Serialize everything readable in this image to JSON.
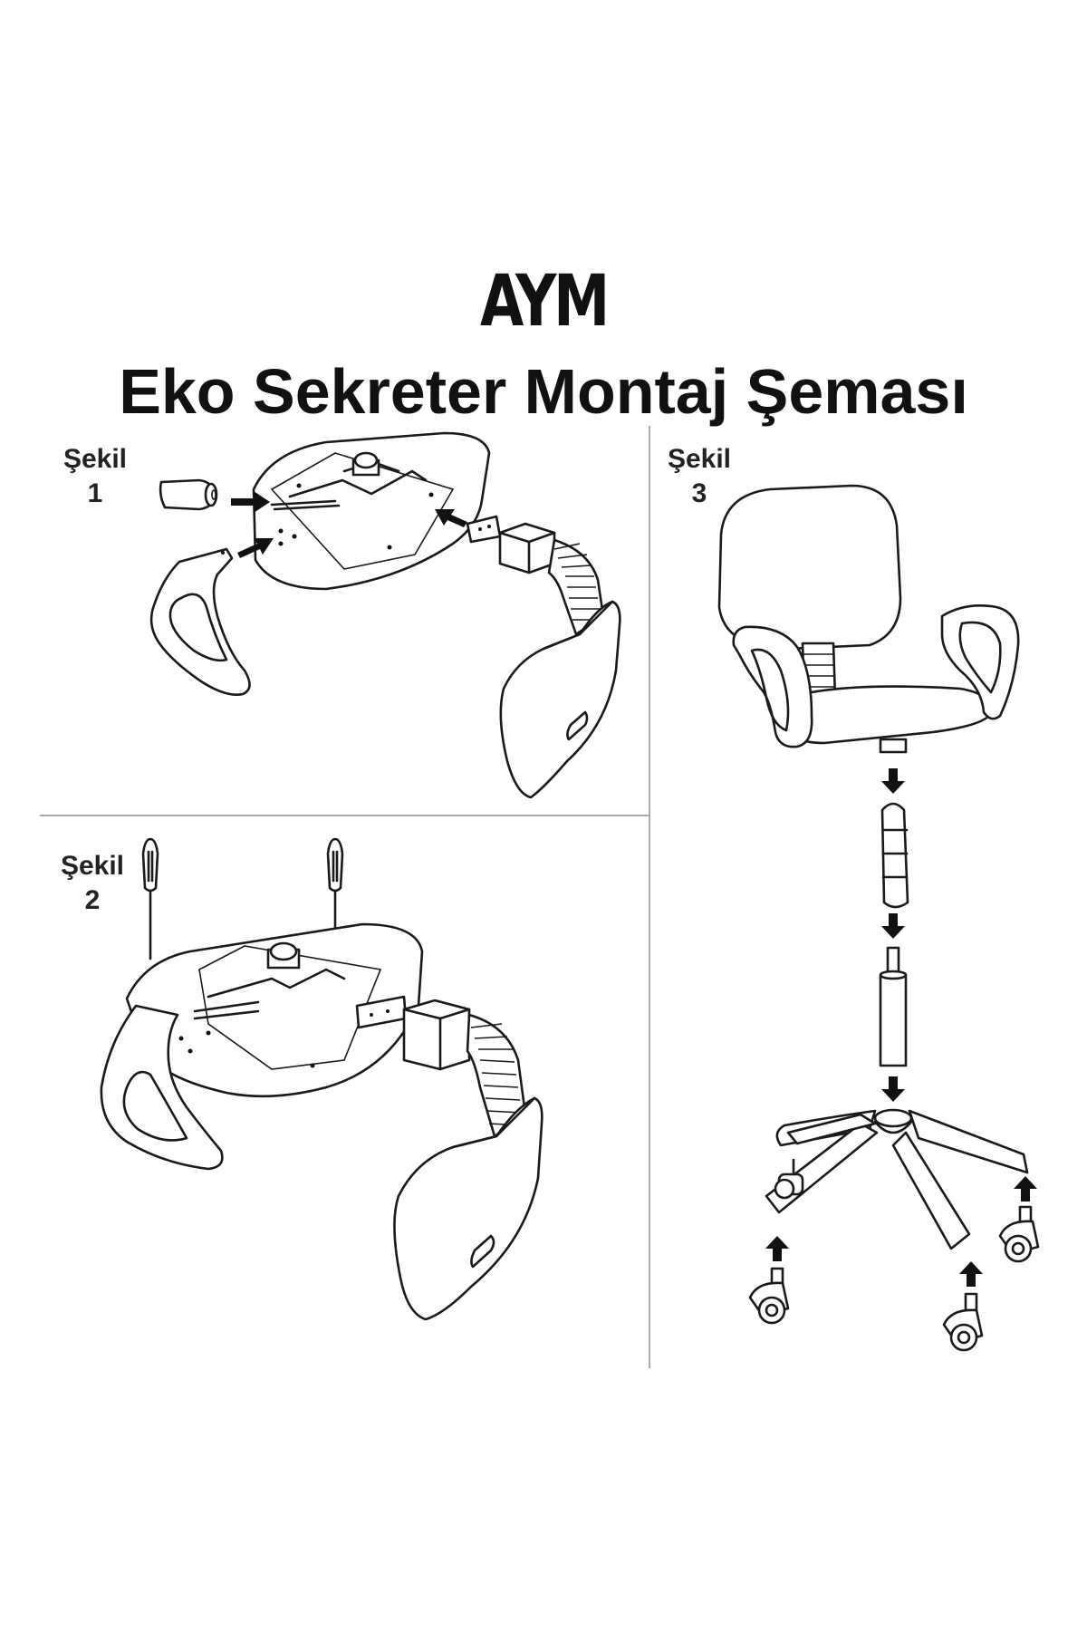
{
  "brand": "AYM",
  "title": "Eko Sekreter Montaj Şeması",
  "figures": [
    {
      "word": "Şekil",
      "number": "1"
    },
    {
      "word": "Şekil",
      "number": "2"
    },
    {
      "word": "Şekil",
      "number": "3"
    }
  ]
}
